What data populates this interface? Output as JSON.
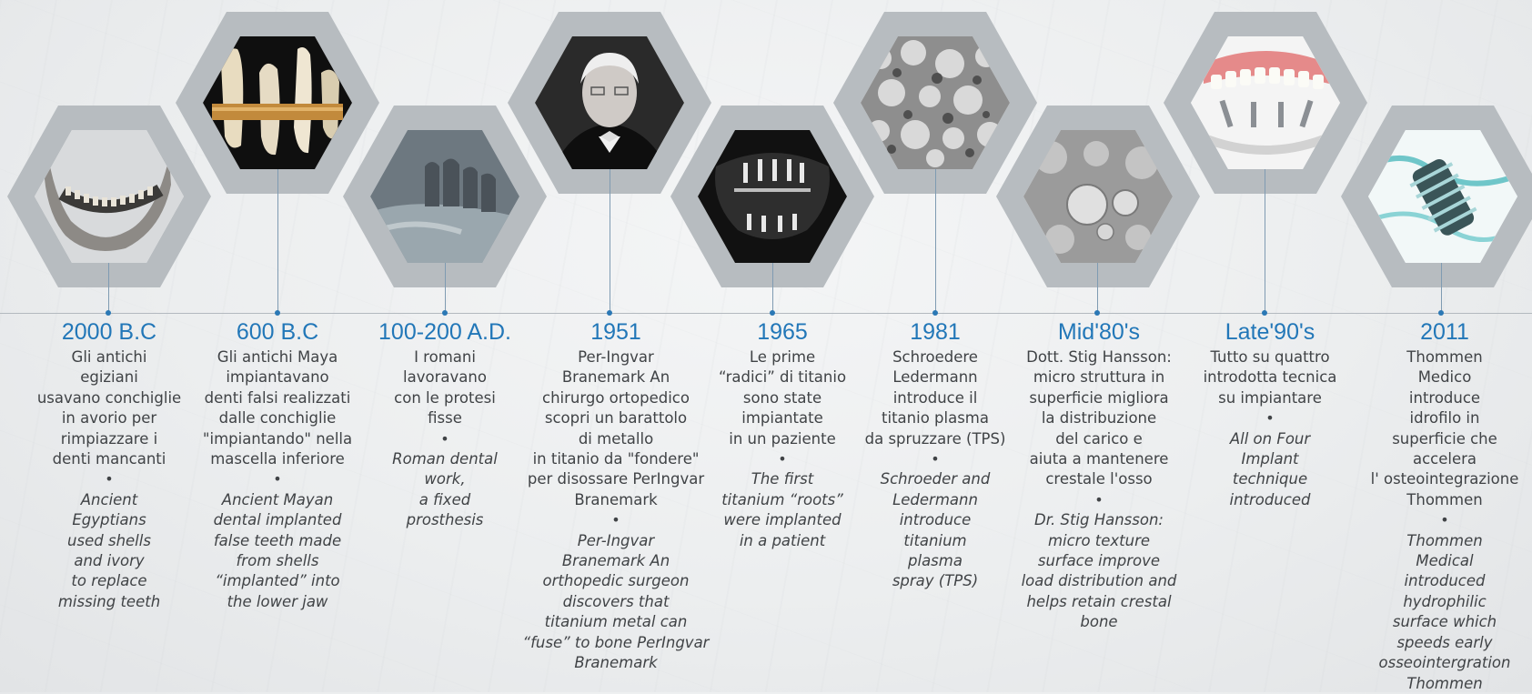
{
  "timeline": {
    "items": [
      {
        "year": "2000 B.C",
        "it": "Gli antichi\negiziani\nusavano conchiglie\nin avorio per\nrimpiazzare i\ndenti mancanti",
        "bullet": "•",
        "en": "Ancient\nEgyptians\nused shells\nand ivory\nto replace\nmissing teeth",
        "image": "ancient-jaw"
      },
      {
        "year": "600 B.C",
        "it": "Gli antichi Maya\nimpiantavano\ndenti falsi realizzati\ndalle conchiglie\n\"impiantando\" nella\nmascella inferiore",
        "bullet": "•",
        "en": "Ancient Mayan\ndental implanted\nfalse teeth made\nfrom shells\n“implanted” into\nthe lower jaw",
        "image": "teeth-gold-band"
      },
      {
        "year": "100-200 A.D.",
        "it": "I romani\nlavoravano\ncon le protesi\nfisse",
        "bullet": "•",
        "en": "Roman dental\nwork,\na fixed\nprosthesis",
        "image": "roman-jaw"
      },
      {
        "year": "1951",
        "it": "Per-Ingvar\nBranemark An\nchirurgo ortopedico\nscopri un barattolo\ndi metallo\nin titanio da \"fondere\"\nper disossare PerIngvar\nBranemark",
        "bullet": "•",
        "en": "Per-Ingvar\nBranemark An\northopedic surgeon\ndiscovers that\ntitanium metal can\n“fuse” to bone PerIngvar\nBranemark",
        "image": "portrait"
      },
      {
        "year": "1965",
        "it": "Le prime\n“radici” di titanio\nsono state\nimpiantate\nin un paziente",
        "bullet": "•",
        "en": "The first\ntitanium “roots”\nwere implanted\nin a patient",
        "image": "x-ray"
      },
      {
        "year": "1981",
        "it": "Schroedere\nLedermann\nintroduce il\ntitanio plasma\nda spruzzare (TPS)",
        "bullet": "•",
        "en": "Schroeder and\nLedermann\nintroduce\ntitanium\nplasma\nspray (TPS)",
        "image": "plasma-surface"
      },
      {
        "year": "Mid'80's",
        "it": "Dott. Stig Hansson:\nmicro struttura in\nsuperficie migliora\nla distribuzione\ndel carico e\naiuta a mantenere\ncrestale l'osso",
        "bullet": "•",
        "en": "Dr. Stig Hansson:\nmicro texture\nsurface improve\nload distribution and\nhelps retain crestal\nbone",
        "image": "micro-texture"
      },
      {
        "year": "Late'90's",
        "it": "Tutto su quattro\nintrodotta tecnica\nsu impiantare",
        "bullet": "•",
        "en": "All on Four\nImplant\ntechnique\nintroduced",
        "image": "all-on-four"
      },
      {
        "year": "2011",
        "it": "Thommen\nMedico\nintroduce\nidrofilo in\nsuperficie che\naccelera\nl' osteointegrazione\nThommen",
        "bullet": "•",
        "en": "Thommen\nMedical\nintroduced\nhydrophilic\nsurface which\nspeeds early\nosseointergration\nThommen",
        "image": "hydrophilic-implant"
      }
    ]
  },
  "colors": {
    "year": "#2277b8",
    "hexagon": "#b7bcc0",
    "text": "#404346",
    "axis": "#b3b9bf",
    "marker": "#2b78b5"
  }
}
